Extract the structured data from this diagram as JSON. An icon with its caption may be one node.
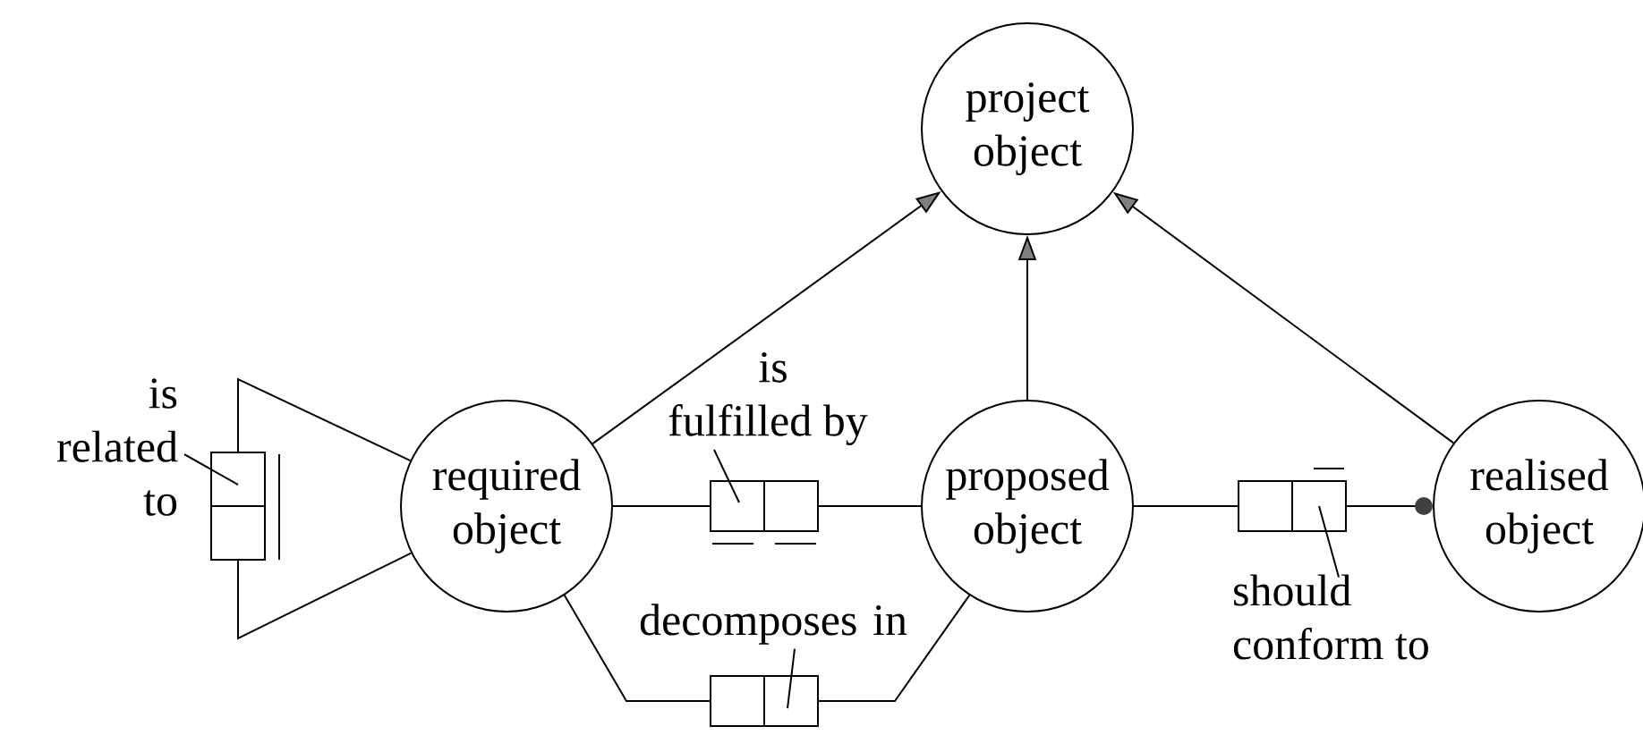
{
  "diagram": {
    "nodes": [
      {
        "text": [
          "project object"
        ]
      },
      {
        "text": [
          "required object"
        ]
      },
      {
        "text": [
          "proposed object"
        ]
      },
      {
        "text": [
          "realised object"
        ]
      },
      {
        "text": [],
        "shape": "box"
      },
      {
        "text": [],
        "shape": "box"
      },
      {
        "text": [],
        "shape": "box"
      },
      {
        "text": [],
        "shape": "box"
      },
      {
        "text": [
          "is related to"
        ]
      },
      {
        "text": [
          "is fulfilled by"
        ]
      },
      {
        "text": [
          "decomposes in"
        ]
      },
      {
        "text": [
          "should conform to"
        ]
      }
    ],
    "edges": [
      {
        "from": 1,
        "to": 0,
        "arrow": "to"
      },
      {
        "from": 2,
        "to": 0,
        "arrow": "to"
      },
      {
        "from": 3,
        "to": 0,
        "arrow": "to"
      },
      {
        "from": 4,
        "to": 1,
        "arrow": "none"
      },
      {
        "from": 4,
        "to": 1,
        "arrow": "none"
      },
      {
        "from": 1,
        "to": 5,
        "arrow": "none"
      },
      {
        "from": 5,
        "to": 2,
        "arrow": "none"
      },
      {
        "from": 1,
        "to": 6,
        "arrow": "none"
      },
      {
        "from": 6,
        "to": 2,
        "arrow": "none"
      },
      {
        "from": 2,
        "to": 7,
        "arrow": "none"
      },
      {
        "from": 7,
        "to": 3,
        "arrow": "other"
      },
      {
        "from": 8,
        "to": 4,
        "arrow": "none"
      },
      {
        "from": 9,
        "to": 5,
        "arrow": "none"
      },
      {
        "from": 10,
        "to": 6,
        "arrow": "none"
      },
      {
        "from": 11,
        "to": 7,
        "arrow": "none"
      }
    ]
  }
}
